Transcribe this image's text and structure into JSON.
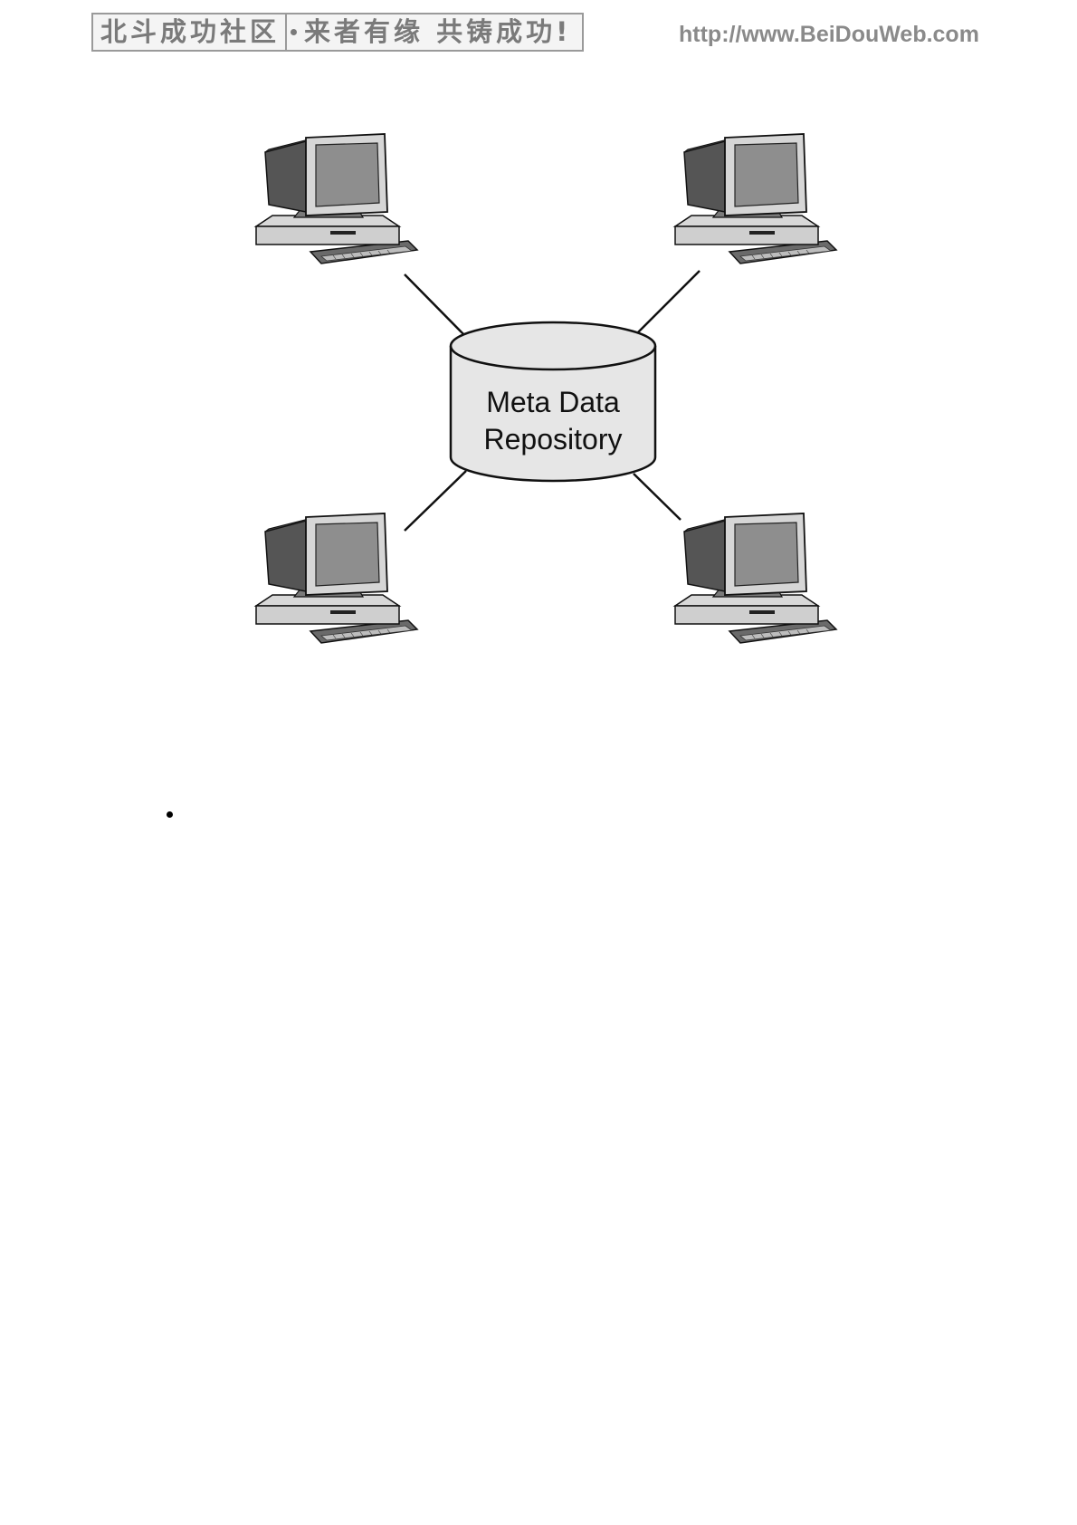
{
  "header": {
    "banner_left": "北斗成功社区",
    "banner_right": "来者有缘 共铸成功!",
    "url": "http://www.BeiDouWeb.com"
  },
  "diagram": {
    "repository_label_line1": "Meta Data",
    "repository_label_line2": "Repository",
    "nodes": [
      "workstation-top-left",
      "workstation-top-right",
      "workstation-bottom-left",
      "workstation-bottom-right"
    ],
    "colors": {
      "monitor_dark": "#5a5a5a",
      "monitor_light": "#cfcfcf",
      "screen": "#8e8e8e",
      "repository_fill": "#e6e6e6",
      "line": "#111111"
    }
  },
  "list": {
    "bullet_text": ""
  }
}
